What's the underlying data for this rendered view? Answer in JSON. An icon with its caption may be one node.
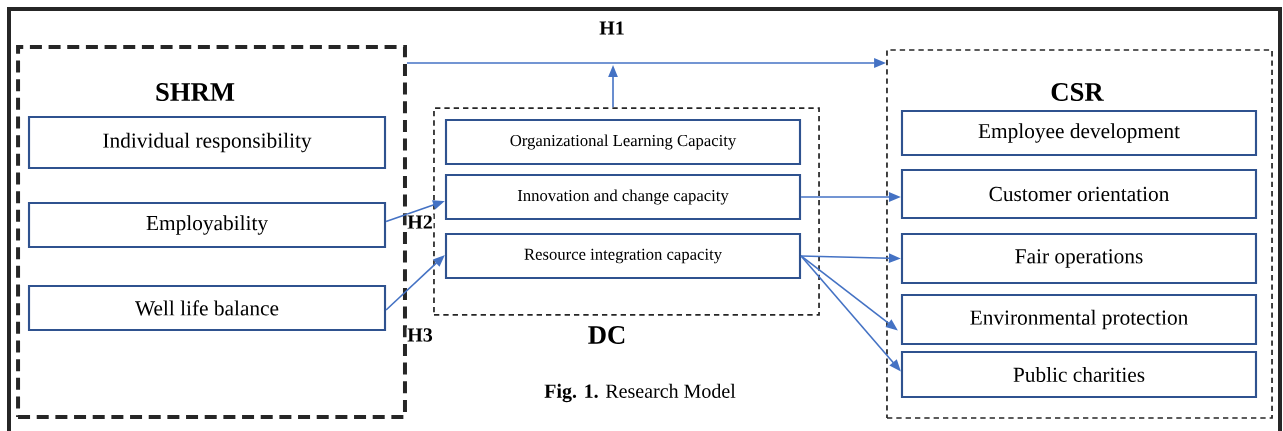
{
  "diagram": {
    "caption": "**Fig. 1.** Research Model",
    "nodes": [
      {
        "text": [
          "SHRM"
        ]
      },
      {
        "text": [
          "Individual responsibility"
        ],
        "in": 0
      },
      {
        "text": [
          "Employability"
        ],
        "in": 0
      },
      {
        "text": [
          "Well life balance"
        ],
        "in": 0
      },
      {
        "text": [
          "DC"
        ]
      },
      {
        "text": [
          "Organizational Learning Capacity"
        ],
        "in": 4
      },
      {
        "text": [
          "Innovation and change capacity"
        ],
        "in": 4
      },
      {
        "text": [
          "Resource integration capacity"
        ],
        "in": 4
      },
      {
        "text": [
          "CSR"
        ]
      },
      {
        "text": [
          "Employee development"
        ],
        "in": 8
      },
      {
        "text": [
          "Customer orientation"
        ],
        "in": 8
      },
      {
        "text": [
          "Fair operations"
        ],
        "in": 8
      },
      {
        "text": [
          "Environmental protection"
        ],
        "in": 8
      },
      {
        "text": [
          "Public charities"
        ],
        "in": 8
      }
    ],
    "edges": [
      {
        "from": 0,
        "to": 8,
        "arrow": "to",
        "label": "H1"
      },
      {
        "from": 4,
        "to": null,
        "arrow": "to"
      },
      {
        "from": 2,
        "to": 6,
        "arrow": "to",
        "label": "H2"
      },
      {
        "from": 3,
        "to": 7,
        "arrow": "to",
        "label": "H3"
      },
      {
        "from": 6,
        "to": 10,
        "arrow": "to"
      },
      {
        "from": 7,
        "to": 11,
        "arrow": "to"
      },
      {
        "from": 7,
        "to": 12,
        "arrow": "to"
      },
      {
        "from": 7,
        "to": 13,
        "arrow": "to"
      }
    ]
  }
}
